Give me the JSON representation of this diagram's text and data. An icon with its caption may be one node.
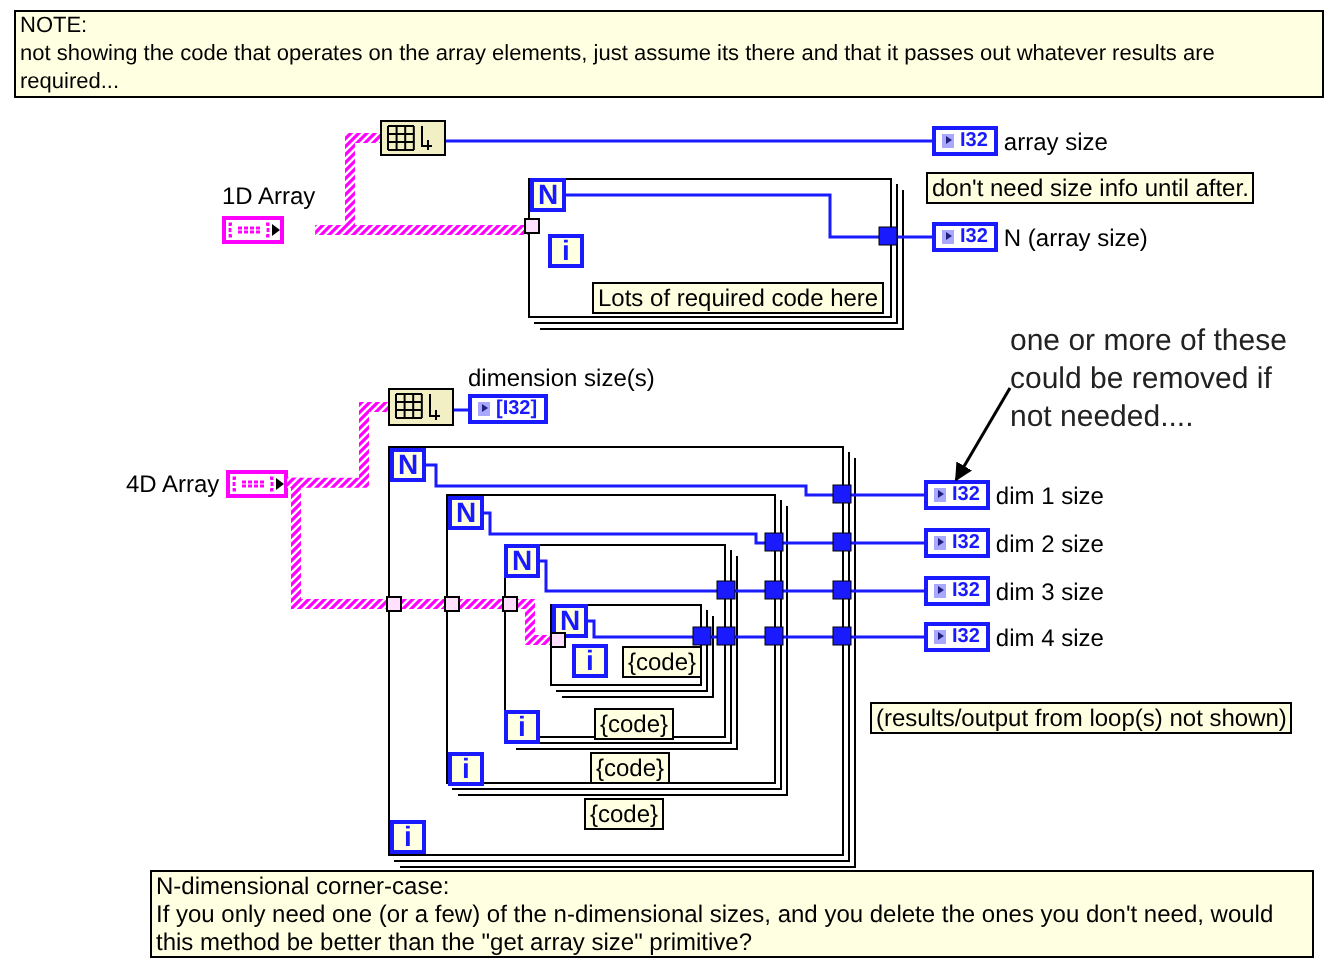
{
  "diagram": {
    "nodes": [
      {
        "text": [
          "NOTE:",
          "not showing the code that operates on the array elements, just assume its there and that it passes out whatever results are required..."
        ]
      },
      {
        "text": [
          "1D Array"
        ]
      },
      {
        "text": [],
        "shape": "picture"
      },
      {
        "text": [
          "I32",
          "array size"
        ]
      },
      {
        "text": [
          "don't need size info until after."
        ]
      },
      {
        "text": [],
        "shape": "box"
      },
      {
        "text": [
          "N"
        ],
        "in": 5
      },
      {
        "text": [
          "i"
        ],
        "in": 5
      },
      {
        "text": [
          "Lots of required code here"
        ],
        "in": 5
      },
      {
        "text": [
          "I32",
          "N (array size)"
        ]
      },
      {
        "text": [
          "4D Array"
        ]
      },
      {
        "text": [],
        "shape": "picture"
      },
      {
        "text": [
          "dimension size(s)",
          "[I32]"
        ]
      },
      {
        "text": [],
        "shape": "box"
      },
      {
        "text": [
          "N"
        ],
        "in": 13
      },
      {
        "text": [
          "i"
        ],
        "in": 13
      },
      {
        "text": [
          "{code}"
        ],
        "in": 13
      },
      {
        "text": [],
        "shape": "box",
        "in": 13
      },
      {
        "text": [
          "N"
        ],
        "in": 17
      },
      {
        "text": [
          "i"
        ],
        "in": 17
      },
      {
        "text": [
          "{code}"
        ],
        "in": 17
      },
      {
        "text": [],
        "shape": "box",
        "in": 17
      },
      {
        "text": [
          "N"
        ],
        "in": 21
      },
      {
        "text": [
          "i"
        ],
        "in": 21
      },
      {
        "text": [
          "{code}"
        ],
        "in": 21
      },
      {
        "text": [],
        "shape": "box",
        "in": 21
      },
      {
        "text": [
          "N"
        ],
        "in": 25
      },
      {
        "text": [
          "i"
        ],
        "in": 25
      },
      {
        "text": [
          "{code}"
        ],
        "in": 25
      },
      {
        "text": [
          "I32",
          "dim 1 size"
        ]
      },
      {
        "text": [
          "I32",
          "dim 2 size"
        ]
      },
      {
        "text": [
          "I32",
          "dim 3 size"
        ]
      },
      {
        "text": [
          "I32",
          "dim 4 size"
        ]
      },
      {
        "text": [
          "(results/output from loop(s) not shown)"
        ]
      },
      {
        "text": [
          "one or more of these could be removed if not needed...."
        ]
      },
      {
        "text": [
          "N-dimensional corner-case:",
          "If you only need one (or a few) of the n-dimensional sizes, and you delete the ones you don't need, would this method be better than the \"get array size\" primitive?"
        ]
      }
    ],
    "edges": [
      {
        "from": 1,
        "to": 2,
        "arrow": "none",
        "style": "thick",
        "color": "#ff00ff"
      },
      {
        "from": 1,
        "to": 5,
        "arrow": "none",
        "style": "thick",
        "color": "#ff00ff"
      },
      {
        "from": 2,
        "to": 3,
        "arrow": "none"
      },
      {
        "from": 6,
        "to": 9,
        "arrow": "none"
      },
      {
        "from": 10,
        "to": 11,
        "arrow": "none",
        "style": "thick",
        "color": "#ff00ff"
      },
      {
        "from": 10,
        "to": 13,
        "arrow": "none",
        "style": "thick",
        "color": "#ff00ff"
      },
      {
        "from": 11,
        "to": 12,
        "arrow": "none"
      },
      {
        "from": 13,
        "to": 17,
        "arrow": "none",
        "style": "thick",
        "color": "#ff00ff"
      },
      {
        "from": 17,
        "to": 21,
        "arrow": "none",
        "style": "thick",
        "color": "#ff00ff"
      },
      {
        "from": 21,
        "to": 25,
        "arrow": "none",
        "style": "thick",
        "color": "#ff00ff"
      },
      {
        "from": 14,
        "to": 29,
        "arrow": "none"
      },
      {
        "from": 18,
        "to": 30,
        "arrow": "none"
      },
      {
        "from": 22,
        "to": 31,
        "arrow": "none"
      },
      {
        "from": 26,
        "to": 32,
        "arrow": "none"
      },
      {
        "from": 34,
        "to": 29,
        "arrow": "to",
        "color": "#000000"
      }
    ]
  }
}
